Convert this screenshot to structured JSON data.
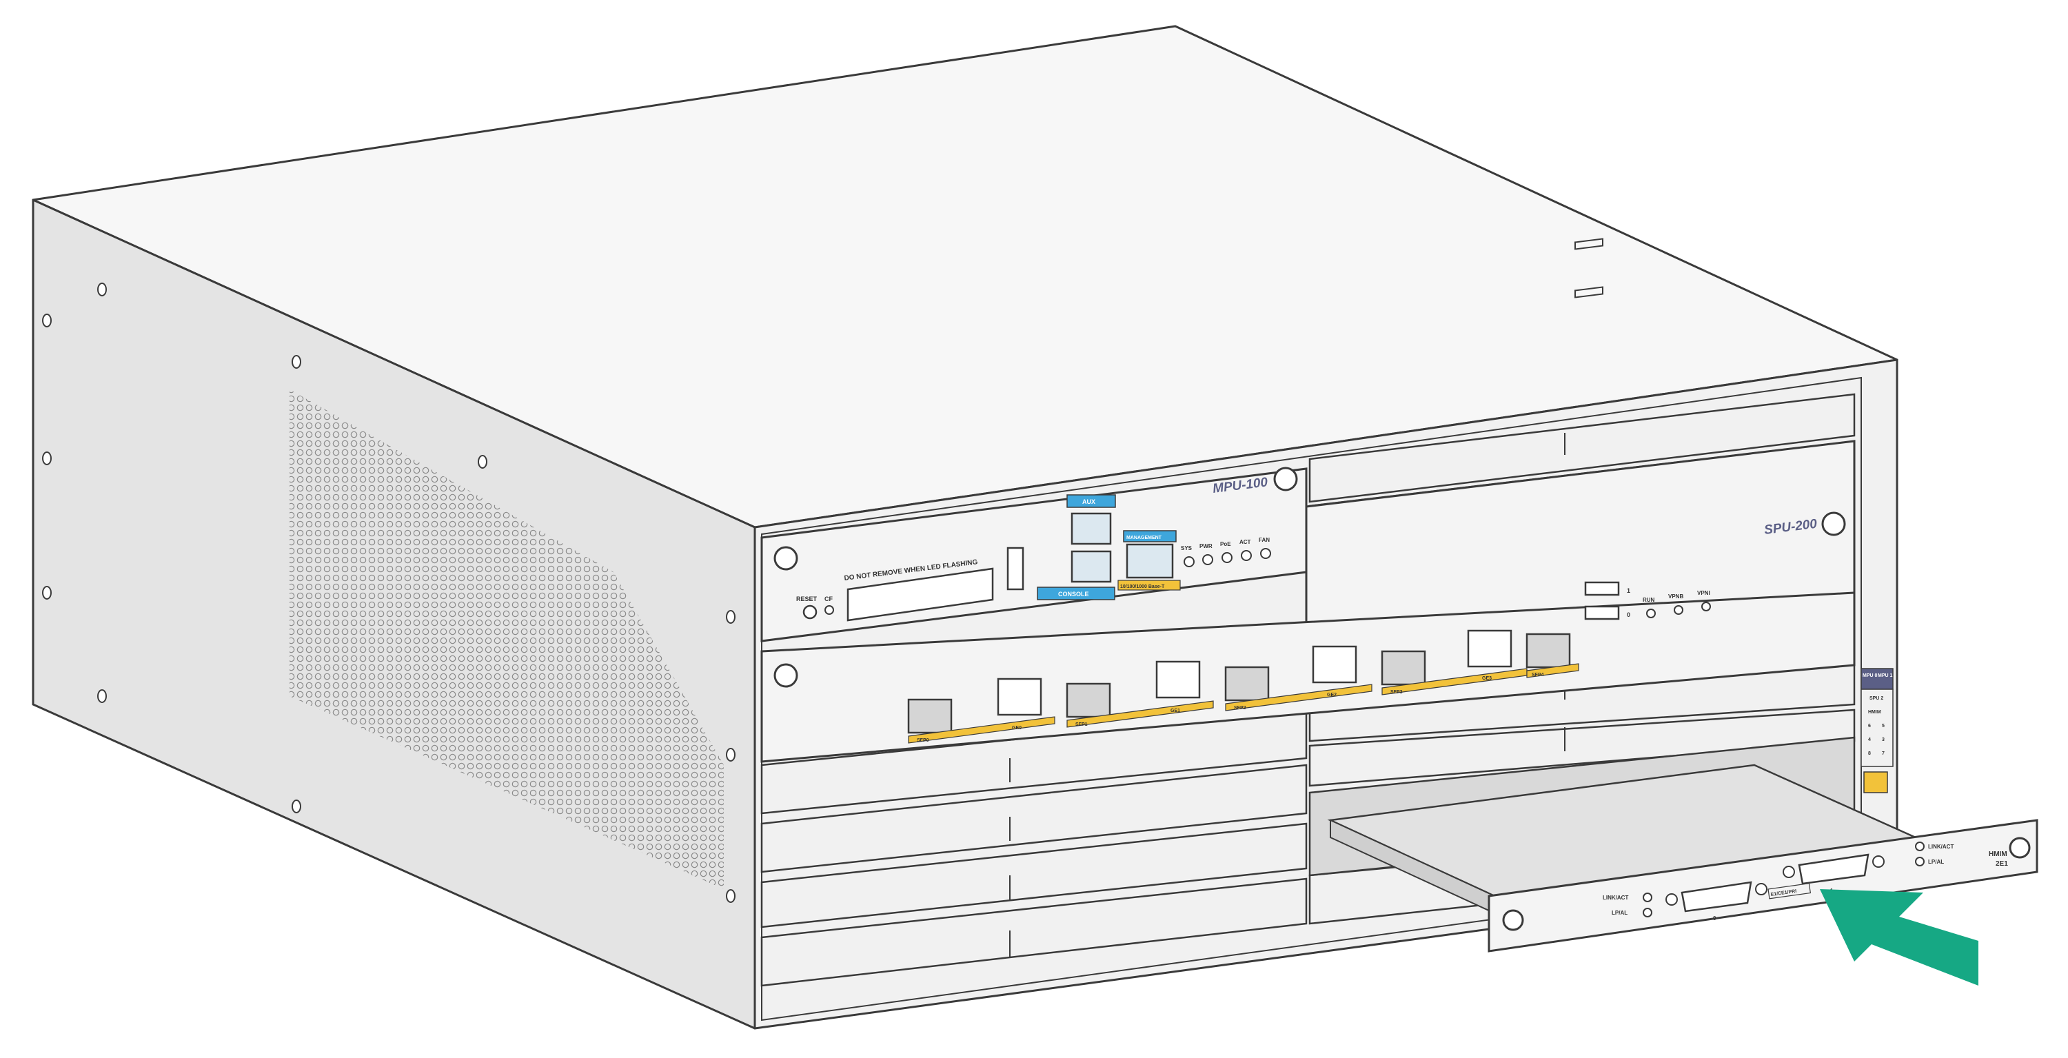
{
  "mpu": {
    "model": "MPU-100",
    "warning": "DO NOT REMOVE WHEN LED FLASHING",
    "reset_label": "RESET",
    "cf_label": "CF",
    "aux_label": "AUX",
    "console_label": "CONSOLE",
    "mgmt_label": "MANAGEMENT",
    "mgmt_sub_label": "10/100/1000 Base-T",
    "leds": [
      "SYS",
      "PWR",
      "PoE",
      "ACT",
      "FAN"
    ]
  },
  "spu": {
    "model": "SPU-200",
    "usb_port_labels": [
      "1",
      "0"
    ],
    "leds": [
      "RUN",
      "VPNB",
      "VPNI"
    ],
    "sfp_labels": [
      "SFP0",
      "SFP1",
      "SFP2",
      "SFP3",
      "SFP4"
    ],
    "ge_labels": [
      "GE0",
      "GE1",
      "GE2",
      "GE3"
    ]
  },
  "side_label": {
    "top_cells": [
      "MPU 0",
      "MPU 1"
    ],
    "spu_label": "SPU 2",
    "hmim_label": "HMIM",
    "slot_numbers": [
      "6",
      "5",
      "4",
      "3",
      "8",
      "7"
    ]
  },
  "card": {
    "model": "HMIM",
    "model_sub": "2E1",
    "type_label": "E1/CE1/PRI",
    "leds_left": [
      "LINK/ACT",
      "LP/AL"
    ],
    "leds_right": [
      "LINK/ACT",
      "LP/AL"
    ],
    "port_labels": [
      "0",
      "1"
    ]
  },
  "colors": {
    "chassis_front": "#f1f1f1",
    "chassis_side": "#e4e4e4",
    "chassis_top": "#f7f7f7",
    "outline": "#3a3a3a",
    "console_blue": "#3ea6dc",
    "accent_yellow": "#f2c23a",
    "arrow_green": "#16a884"
  }
}
